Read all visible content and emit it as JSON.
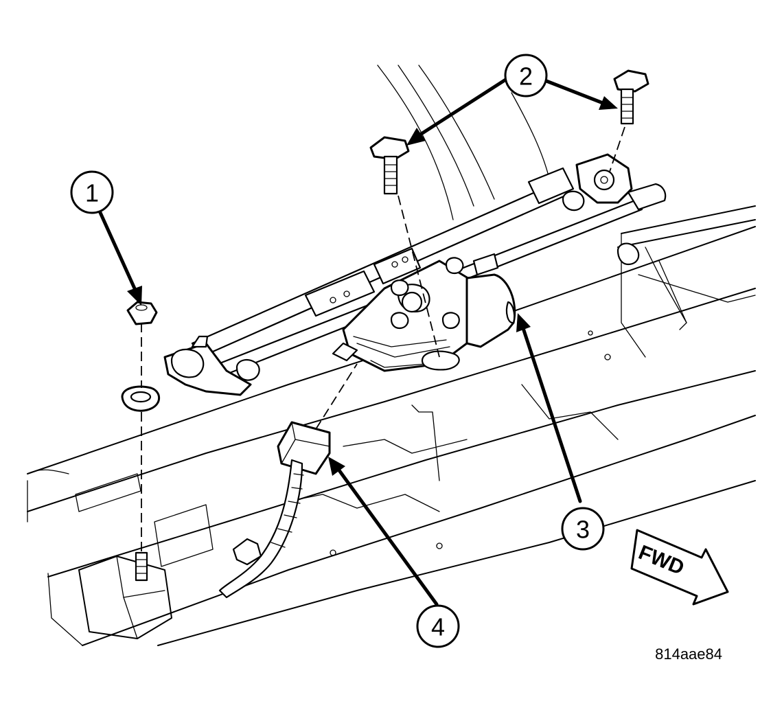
{
  "callouts": [
    {
      "number": "1"
    },
    {
      "number": "2"
    },
    {
      "number": "3"
    },
    {
      "number": "4"
    }
  ],
  "direction_arrow": {
    "label": "FWD"
  },
  "figure_id": "814aae84"
}
